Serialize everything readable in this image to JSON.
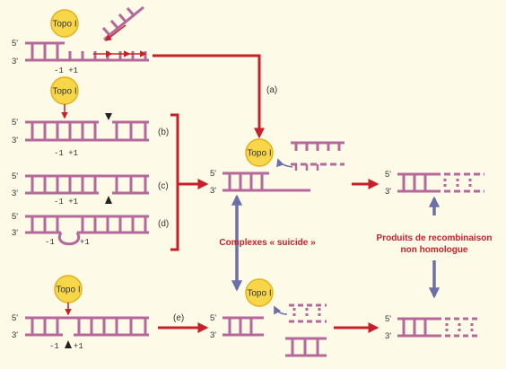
{
  "labels": {
    "topo": "Topo I",
    "five": "5'",
    "three": "3'",
    "pos_minus": "-1",
    "pos_plus": "+1",
    "pos_both": "-1 +1",
    "a": "(a)",
    "b": "(b)",
    "c": "(c)",
    "d": "(d)",
    "e": "(e)",
    "suicide": "Complexes « suicide »",
    "products_line1": "Produits de recombinaison",
    "products_line2": "non homologue"
  },
  "colors": {
    "background": "#fefae8",
    "dna": "#b5689a",
    "topo_fill": "#f7d64a",
    "topo_stroke": "#e3b21a",
    "red_arrow": "#c8202a",
    "blue_arrow": "#6b70ab",
    "red_text": "#c8202a",
    "text": "#333333"
  }
}
